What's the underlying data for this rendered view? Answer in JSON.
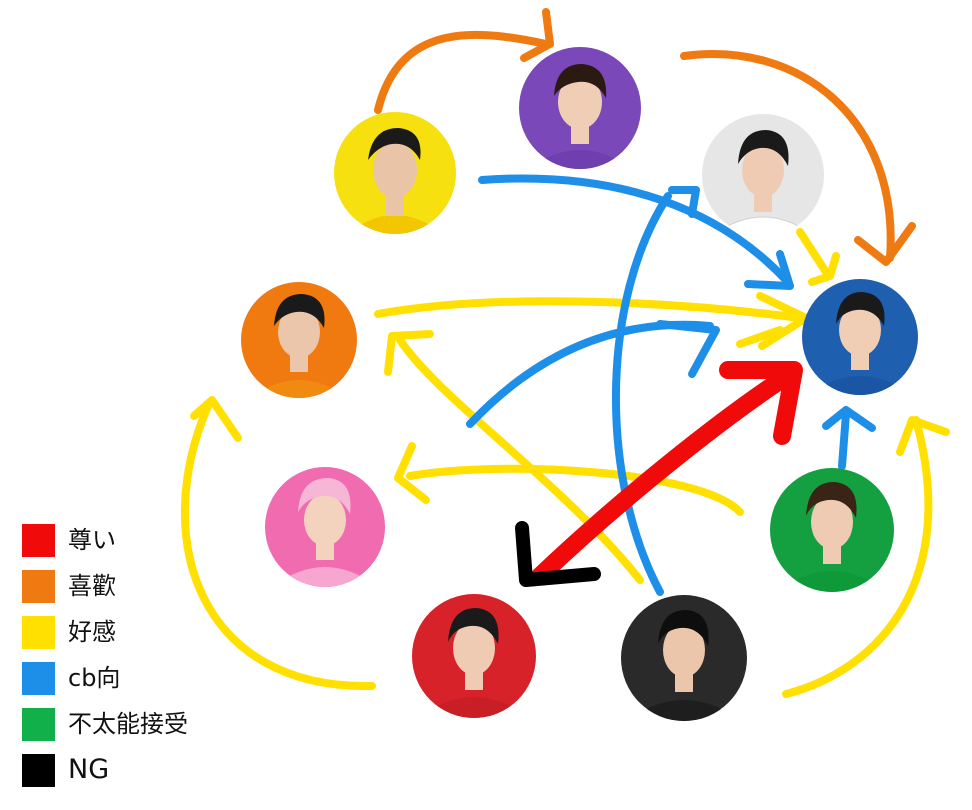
{
  "members": [
    {
      "id": "yellow",
      "color": "#F7E010",
      "shirt": "#F2C600",
      "bg": "#F7E010"
    },
    {
      "id": "purple",
      "color": "#7A48B8",
      "shirt": "#6F3FB0",
      "bg": "#7A48B8"
    },
    {
      "id": "white",
      "color": "#E6E6E6",
      "shirt": "#FFFFFF",
      "bg": "#E6E6E6"
    },
    {
      "id": "orange",
      "color": "#F07A10",
      "shirt": "#F08A10",
      "bg": "#F07A10"
    },
    {
      "id": "blue",
      "color": "#1E5FB0",
      "shirt": "#1E5FB0",
      "bg": "#1E5FB0"
    },
    {
      "id": "pink",
      "color": "#F06BB0",
      "shirt": "#F7A6CF",
      "bg": "#F06BB0"
    },
    {
      "id": "green",
      "color": "#14A040",
      "shirt": "#0F9A3A",
      "bg": "#14A040"
    },
    {
      "id": "red",
      "color": "#D8222A",
      "shirt": "#D8222A",
      "bg": "#D8222A"
    },
    {
      "id": "black",
      "color": "#2A2A2A",
      "shirt": "#1E1E1E",
      "bg": "#2A2A2A"
    }
  ],
  "legend": [
    {
      "label": "尊い",
      "color": "#F00A0A"
    },
    {
      "label": "喜歡",
      "color": "#F07A12"
    },
    {
      "label": "好感",
      "color": "#FFE000"
    },
    {
      "label": "cb向",
      "color": "#1E8FE8"
    },
    {
      "label": "不太能接受",
      "color": "#12B04A"
    },
    {
      "label": "NG",
      "color": "#000000"
    }
  ],
  "relations": [
    {
      "from": "yellow",
      "to": "purple",
      "type": "喜歡"
    },
    {
      "from": "purple",
      "to": "blue",
      "type": "喜歡"
    },
    {
      "from": "yellow",
      "to": "blue",
      "type": "cb向"
    },
    {
      "from": "white",
      "to": "blue",
      "type": "好感"
    },
    {
      "from": "orange",
      "to": "blue",
      "type": "好感"
    },
    {
      "from": "black",
      "to": "orange",
      "type": "好感"
    },
    {
      "from": "pink",
      "to": "blue",
      "type": "cb向"
    },
    {
      "from": "green",
      "to": "pink",
      "type": "好感"
    },
    {
      "from": "black",
      "to": "white",
      "type": "cb向"
    },
    {
      "from": "green",
      "to": "blue",
      "type": "cb向"
    },
    {
      "from": "red",
      "to": "orange",
      "type": "好感"
    },
    {
      "from": "black",
      "to": "blue",
      "type": "好感"
    },
    {
      "from": "red",
      "to": "blue",
      "type": "尊い"
    },
    {
      "from": "blue",
      "to": "red",
      "type": "NG"
    }
  ]
}
